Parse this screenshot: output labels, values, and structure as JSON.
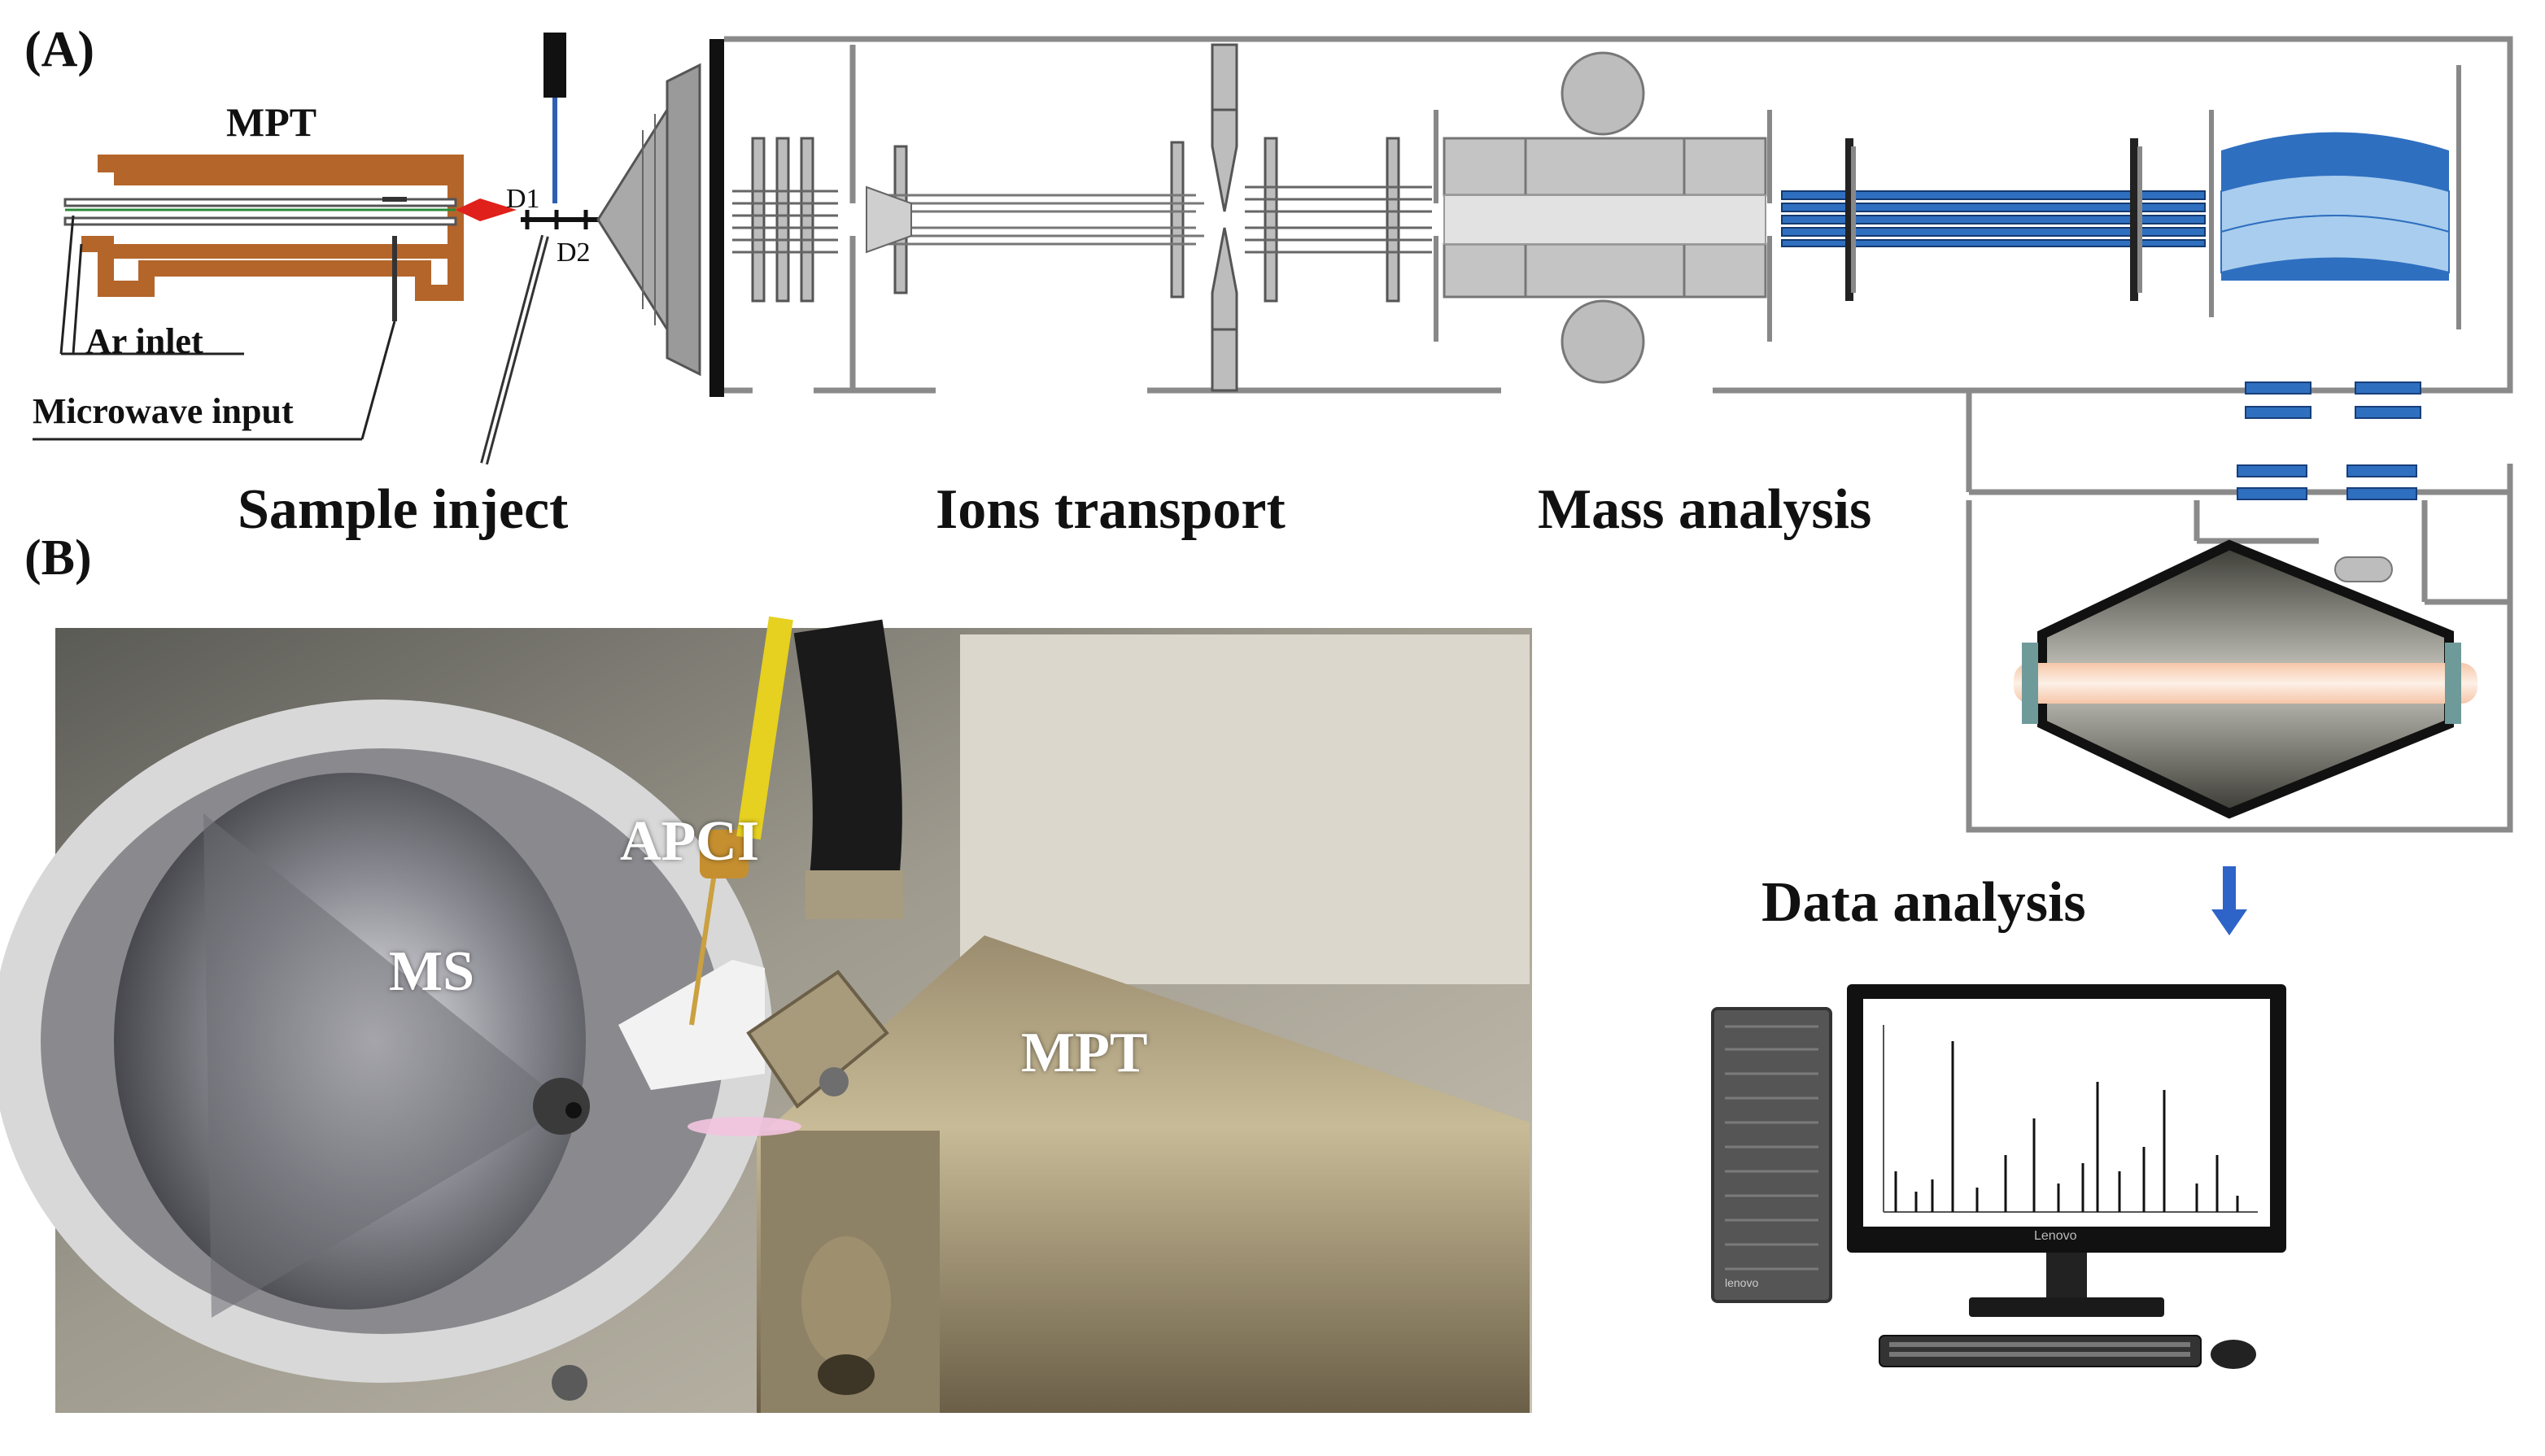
{
  "panel_a": {
    "label": "(A)",
    "mpt_title": "MPT",
    "ar_inlet": "Ar inlet",
    "microwave_input": "Microwave input",
    "d1": "D1",
    "d2": "D2",
    "section_sample_inject": "Sample inject",
    "section_ions_transport": "Ions transport",
    "section_mass_analysis": "Mass analysis",
    "section_data_analysis": "Data analysis"
  },
  "panel_b": {
    "label": "(B)",
    "photo_ms": "MS",
    "photo_apci": "APCI",
    "photo_mpt": "MPT"
  },
  "computer": {
    "monitor_brand": "Lenovo",
    "tower_brand": "lenovo"
  },
  "colors": {
    "copper": "#b4652a",
    "quad_blue": "#2f6fc0",
    "quad_light": "#a9cdee",
    "metal_gray": "#bdbdbd",
    "plasma_red": "#e0201a",
    "arrow_blue": "#2e63c8"
  }
}
